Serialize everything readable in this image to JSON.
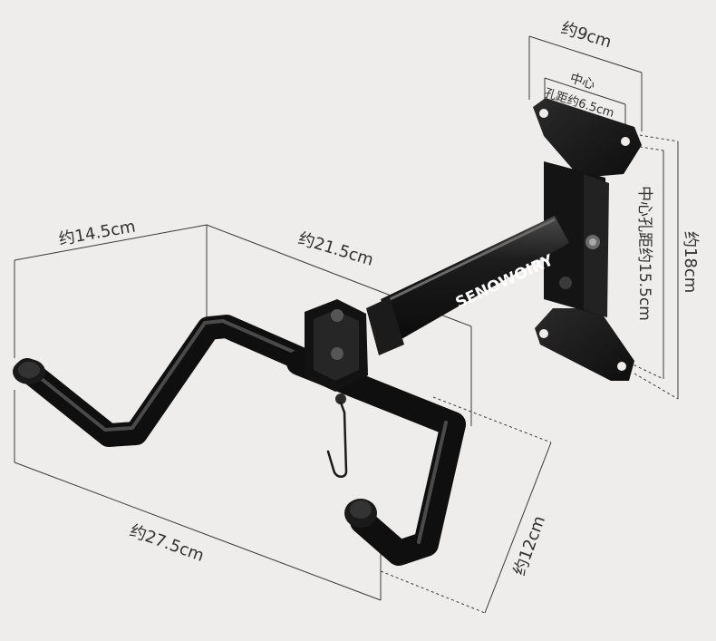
{
  "product": {
    "brand_text": "SENOWOIRY"
  },
  "dimensions": {
    "plate_width": "约9cm",
    "hole_center_top_line1": "中心",
    "hole_center_top_line2": "孔距约6.5cm",
    "hole_center_vertical": "中心孔距约15.5cm",
    "plate_height": "约18cm",
    "arm_length": "约21.5cm",
    "hook_depth": "约14.5cm",
    "overall_width": "约27.5cm",
    "hook_height": "约12cm"
  },
  "colors": {
    "background": "#efedeb",
    "metal": "#141414",
    "metal_highlight": "#5a5a5a",
    "dimension_line": "#3a3a3a",
    "text": "#2f2f2f"
  }
}
